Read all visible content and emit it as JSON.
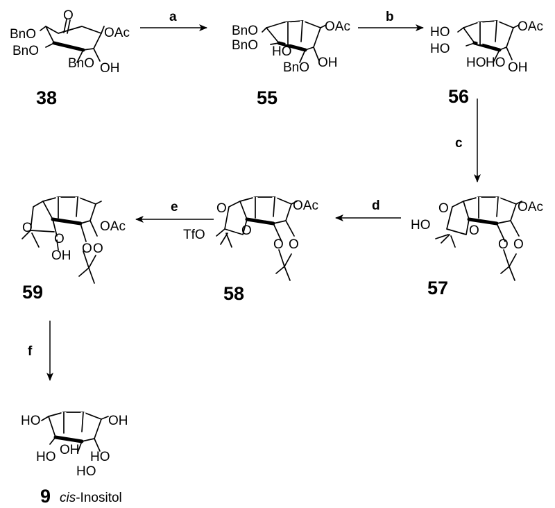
{
  "compounds": {
    "c38": {
      "number": "38",
      "groups": {
        "oxo": "O",
        "oac": "OAc",
        "bno_a": "BnO",
        "bno_b": "BnO",
        "bno_c": "BnO",
        "oh": "OH"
      }
    },
    "c55": {
      "number": "55",
      "groups": {
        "bno_a": "BnO",
        "bno_b": "BnO",
        "oac": "OAc",
        "ho": "HO",
        "bno_c": "BnO",
        "oh": "OH"
      }
    },
    "c56": {
      "number": "56",
      "groups": {
        "ho_a": "HO",
        "ho_b": "HO",
        "oac": "OAc",
        "ho_c": "HO",
        "ho_d": "HO",
        "oh": "OH"
      }
    },
    "c57": {
      "number": "57",
      "groups": {
        "o_a": "O",
        "oac": "OAc",
        "ho": "HO",
        "o_b": "O",
        "o_c": "O",
        "o_d": "O"
      }
    },
    "c58": {
      "number": "58",
      "groups": {
        "o_a": "O",
        "oac": "OAc",
        "tfo": "TfO",
        "o_b": "O",
        "o_c": "O",
        "o_d": "O"
      }
    },
    "c59": {
      "number": "59",
      "groups": {
        "o_a": "O",
        "oac": "OAc",
        "o_b": "O",
        "oh": "OH",
        "o_c": "O",
        "o_d": "O"
      }
    },
    "c9": {
      "number": "9",
      "name_prefix": "cis",
      "name_suffix": "-Inositol",
      "groups": {
        "ho_a": "HO",
        "oh_a": "OH",
        "ho_b": "HO",
        "oh_b": "OH",
        "ho_c": "HO",
        "ho_d": "HO"
      }
    }
  },
  "steps": {
    "a": "a",
    "b": "b",
    "c": "c",
    "d": "d",
    "e": "e",
    "f": "f"
  }
}
